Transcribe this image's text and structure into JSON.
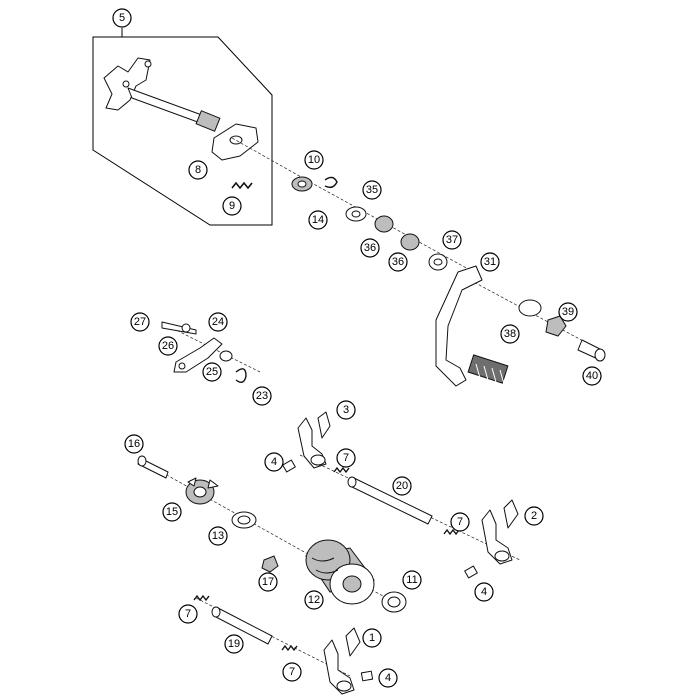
{
  "diagram": {
    "callouts": [
      {
        "id": "c5",
        "label": "5"
      },
      {
        "id": "c8",
        "label": "8"
      },
      {
        "id": "c9",
        "label": "9"
      },
      {
        "id": "c10",
        "label": "10"
      },
      {
        "id": "c14",
        "label": "14"
      },
      {
        "id": "c35",
        "label": "35"
      },
      {
        "id": "c36a",
        "label": "36"
      },
      {
        "id": "c36b",
        "label": "36"
      },
      {
        "id": "c37",
        "label": "37"
      },
      {
        "id": "c31",
        "label": "31"
      },
      {
        "id": "c38",
        "label": "38"
      },
      {
        "id": "c39",
        "label": "39"
      },
      {
        "id": "c40",
        "label": "40"
      },
      {
        "id": "c27",
        "label": "27"
      },
      {
        "id": "c24",
        "label": "24"
      },
      {
        "id": "c26",
        "label": "26"
      },
      {
        "id": "c25",
        "label": "25"
      },
      {
        "id": "c23",
        "label": "23"
      },
      {
        "id": "c3",
        "label": "3"
      },
      {
        "id": "c4a",
        "label": "4"
      },
      {
        "id": "c7a",
        "label": "7"
      },
      {
        "id": "c16",
        "label": "16"
      },
      {
        "id": "c20",
        "label": "20"
      },
      {
        "id": "c15",
        "label": "15"
      },
      {
        "id": "c7b",
        "label": "7"
      },
      {
        "id": "c2",
        "label": "2"
      },
      {
        "id": "c13",
        "label": "13"
      },
      {
        "id": "c4b",
        "label": "4"
      },
      {
        "id": "c17",
        "label": "17"
      },
      {
        "id": "c12",
        "label": "12"
      },
      {
        "id": "c11",
        "label": "11"
      },
      {
        "id": "c7c",
        "label": "7"
      },
      {
        "id": "c1",
        "label": "1"
      },
      {
        "id": "c19",
        "label": "19"
      },
      {
        "id": "c7d",
        "label": "7"
      },
      {
        "id": "c4c",
        "label": "4"
      }
    ]
  }
}
